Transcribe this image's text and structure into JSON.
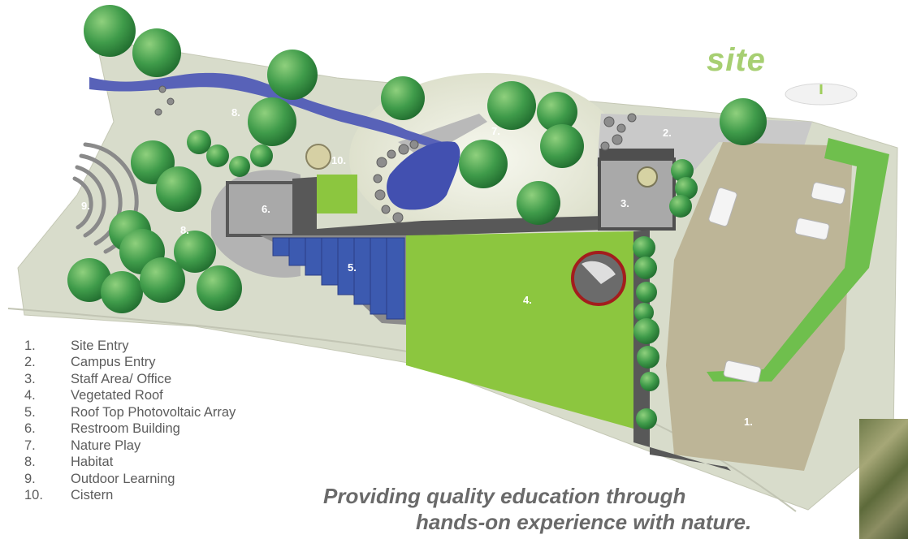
{
  "header": {
    "title": "site"
  },
  "legend": [
    {
      "num": "1.",
      "label": "Site Entry"
    },
    {
      "num": "2.",
      "label": "Campus Entry"
    },
    {
      "num": "3.",
      "label": "Staff Area/ Office"
    },
    {
      "num": "4.",
      "label": "Vegetated Roof"
    },
    {
      "num": "5.",
      "label": "Roof Top Photovoltaic Array"
    },
    {
      "num": "6.",
      "label": "Restroom Building"
    },
    {
      "num": "7.",
      "label": "Nature Play"
    },
    {
      "num": "8.",
      "label": "Habitat"
    },
    {
      "num": "9.",
      "label": "Outdoor Learning"
    },
    {
      "num": "10.",
      "label": "Cistern"
    }
  ],
  "plan_labels": {
    "site_entry": "1.",
    "campus_entry": "2.",
    "staff_area": "3.",
    "vegetated_roof": "4.",
    "pv_array": "5.",
    "restroom": "6.",
    "nature_play": "7.",
    "habitat_north": "8.",
    "habitat_south": "8.",
    "outdoor_learning": "9.",
    "cistern": "10."
  },
  "tagline": {
    "line1": "Providing quality education through",
    "line2": "hands-on experience with nature."
  },
  "colors": {
    "ground": "#d8dccb",
    "paving": "#c9c9c9",
    "parking": "#bdb597",
    "building_dark": "#585858",
    "building_light": "#a9a9a9",
    "vegetated_roof": "#8cc63f",
    "solar": "#3c5ab0",
    "water": "#5862b8",
    "tree": "#3f9b4a",
    "title_green": "#a7cf72"
  }
}
